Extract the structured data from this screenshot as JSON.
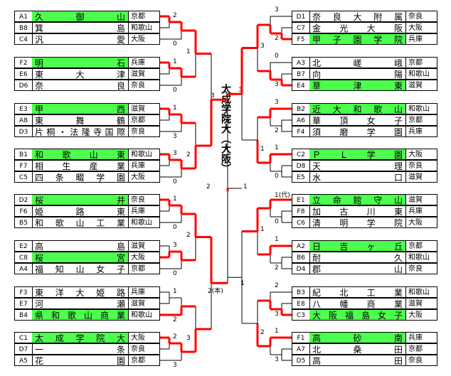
{
  "champion_label": "太成学院大（大阪）",
  "left_groups": [
    [
      {
        "code": "A1",
        "name": "久御山",
        "pref": "京都",
        "winner": true
      },
      {
        "code": "B8",
        "name": "箕島",
        "pref": "和歌山",
        "winner": false
      },
      {
        "code": "C4",
        "name": "汎愛",
        "pref": "大阪",
        "winner": false
      }
    ],
    [
      {
        "code": "F2",
        "name": "明石",
        "pref": "兵庫",
        "winner": true
      },
      {
        "code": "E6",
        "name": "東大津",
        "pref": "滋賀",
        "winner": false
      },
      {
        "code": "D6",
        "name": "奈良",
        "pref": "奈良",
        "winner": false
      }
    ],
    [
      {
        "code": "E3",
        "name": "甲西",
        "pref": "滋賀",
        "winner": true
      },
      {
        "code": "A8",
        "name": "東舞鶴",
        "pref": "京都",
        "winner": false
      },
      {
        "code": "D3",
        "name": "片桐・法隆寺国際",
        "pref": "奈良",
        "winner": false
      }
    ],
    [
      {
        "code": "B1",
        "name": "和歌山東",
        "pref": "和歌山",
        "winner": true
      },
      {
        "code": "F7",
        "name": "相生産業",
        "pref": "兵庫",
        "winner": false
      },
      {
        "code": "C5",
        "name": "四条畷学園",
        "pref": "大阪",
        "winner": false
      }
    ],
    [
      {
        "code": "D2",
        "name": "桜井",
        "pref": "奈良",
        "winner": true
      },
      {
        "code": "F6",
        "name": "姫路東",
        "pref": "兵庫",
        "winner": false
      },
      {
        "code": "B5",
        "name": "和歌山工業",
        "pref": "和歌山",
        "winner": false
      }
    ],
    [
      {
        "code": "E2",
        "name": "高島",
        "pref": "滋賀",
        "winner": false
      },
      {
        "code": "C8",
        "name": "桜宮",
        "pref": "大阪",
        "winner": true
      },
      {
        "code": "A4",
        "name": "福知山女子",
        "pref": "京都",
        "winner": false
      }
    ],
    [
      {
        "code": "F3",
        "name": "東洋大姫路",
        "pref": "兵庫",
        "winner": false
      },
      {
        "code": "E7",
        "name": "河瀬",
        "pref": "滋賀",
        "winner": false
      },
      {
        "code": "B4",
        "name": "県和歌山商業",
        "pref": "和歌山",
        "winner": true
      }
    ],
    [
      {
        "code": "C1",
        "name": "太成学院大",
        "pref": "大阪",
        "winner": true
      },
      {
        "code": "D7",
        "name": "一条",
        "pref": "奈良",
        "winner": false
      },
      {
        "code": "A5",
        "name": "花園",
        "pref": "京都",
        "winner": false
      }
    ]
  ],
  "right_groups": [
    [
      {
        "code": "D1",
        "name": "奈良大附属",
        "pref": "奈良",
        "winner": false
      },
      {
        "code": "C7",
        "name": "金光大阪",
        "pref": "大阪",
        "winner": false
      },
      {
        "code": "F5",
        "name": "甲子園学院",
        "pref": "兵庫",
        "winner": true
      }
    ],
    [
      {
        "code": "A3",
        "name": "北嵯峨",
        "pref": "京都",
        "winner": false
      },
      {
        "code": "B7",
        "name": "向陽",
        "pref": "和歌山",
        "winner": false
      },
      {
        "code": "E4",
        "name": "草津東",
        "pref": "滋賀",
        "winner": true
      }
    ],
    [
      {
        "code": "B2",
        "name": "近大和歌山",
        "pref": "和歌山",
        "winner": true
      },
      {
        "code": "A6",
        "name": "華頂女子",
        "pref": "京都",
        "winner": false
      },
      {
        "code": "F4",
        "name": "須磨学園",
        "pref": "兵庫",
        "winner": false
      }
    ],
    [
      {
        "code": "C2",
        "name": "ＰＬ学園",
        "pref": "大阪",
        "winner": true
      },
      {
        "code": "D8",
        "name": "天理",
        "pref": "奈良",
        "winner": false
      },
      {
        "code": "E5",
        "name": "水口",
        "pref": "滋賀",
        "winner": false
      }
    ],
    [
      {
        "code": "E1",
        "name": "立命館守山",
        "pref": "滋賀",
        "winner": true
      },
      {
        "code": "F8",
        "name": "加古川東",
        "pref": "兵庫",
        "winner": false
      },
      {
        "code": "C6",
        "name": "清明学院",
        "pref": "大阪",
        "winner": false
      }
    ],
    [
      {
        "code": "A2",
        "name": "日吉ヶ丘",
        "pref": "京都",
        "winner": true
      },
      {
        "code": "B6",
        "name": "耐久",
        "pref": "和歌山",
        "winner": false
      },
      {
        "code": "D4",
        "name": "郡山",
        "pref": "奈良",
        "winner": false
      }
    ],
    [
      {
        "code": "B3",
        "name": "紀北工業",
        "pref": "和歌山",
        "winner": false
      },
      {
        "code": "E8",
        "name": "八幡商業",
        "pref": "滋賀",
        "winner": false
      },
      {
        "code": "C3",
        "name": "大阪福島女子",
        "pref": "大阪",
        "winner": true
      }
    ],
    [
      {
        "code": "F1",
        "name": "高砂南",
        "pref": "兵庫",
        "winner": true
      },
      {
        "code": "A7",
        "name": "北桑田",
        "pref": "京都",
        "winner": false
      },
      {
        "code": "D5",
        "name": "高田",
        "pref": "奈良",
        "winner": false
      }
    ]
  ],
  "scores": {
    "l_r1": [
      [
        "2",
        "0"
      ],
      [
        "1",
        "0"
      ],
      [
        "1",
        "3"
      ],
      [
        "3",
        "0"
      ],
      [
        "1",
        "0"
      ],
      [
        "3",
        "0"
      ],
      [
        "1",
        "2"
      ],
      [
        "2",
        "3"
      ]
    ],
    "l_r2": [
      [
        "1",
        "2"
      ],
      [
        "2",
        "3"
      ]
    ],
    "l_r3": [
      "3",
      "2(本)"
    ],
    "l_r4": [
      "2",
      "3"
    ],
    "r_r1": [
      [
        "3",
        "2"
      ],
      [
        "0",
        "3"
      ],
      [
        "3",
        "2"
      ],
      [
        "1",
        "0"
      ],
      [
        "1(代)",
        "0"
      ],
      [
        "1",
        "2"
      ],
      [
        "2",
        "3"
      ],
      [
        "1",
        "3"
      ]
    ],
    "r_r2": [
      [
        "3",
        "1"
      ],
      [
        "1",
        "2"
      ]
    ],
    "r_r3": [
      "3",
      "1"
    ],
    "r_r4": [
      "3",
      "1"
    ]
  }
}
